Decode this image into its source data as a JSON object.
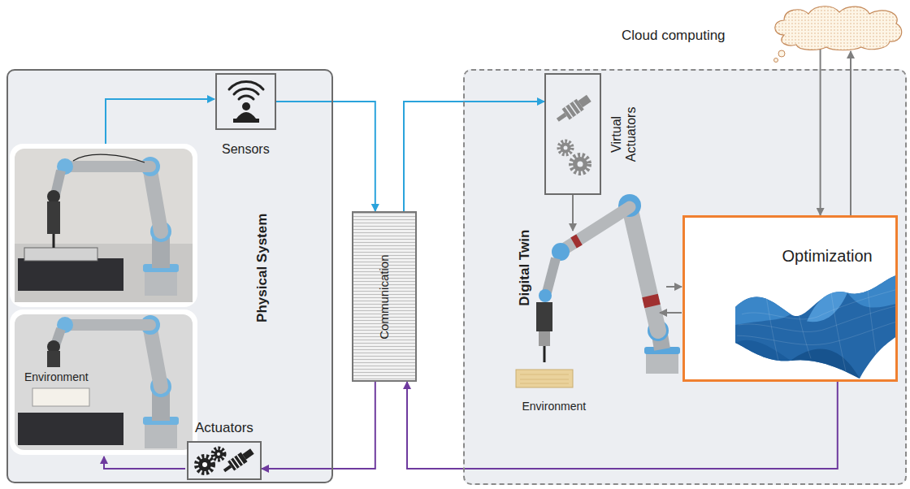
{
  "diagram": {
    "nodes": [
      {
        "text": [
          "Physical System"
        ]
      },
      {
        "text": [
          "Sensors"
        ],
        "in": 0
      },
      {
        "text": [
          "Actuators"
        ],
        "in": 0
      },
      {
        "text": [
          "Communication"
        ]
      },
      {
        "text": [
          "Digital Twin"
        ]
      },
      {
        "text": [
          "Virtual Actuators"
        ],
        "in": 4
      },
      {
        "text": [
          "Optimization"
        ],
        "in": 4
      },
      {
        "text": [
          "Cloud computing"
        ]
      }
    ],
    "edges": [
      {
        "from": 1,
        "to": 3,
        "arrow": "to"
      },
      {
        "from": 3,
        "to": 5,
        "arrow": "to"
      },
      {
        "from": 6,
        "to": 3,
        "arrow": "to"
      },
      {
        "from": 3,
        "to": 2,
        "arrow": "to"
      },
      {
        "from": 7,
        "to": 6,
        "arrow": "to"
      },
      {
        "from": 6,
        "to": 7,
        "arrow": "to"
      }
    ],
    "labels": [
      "Environment",
      "Environment"
    ]
  }
}
